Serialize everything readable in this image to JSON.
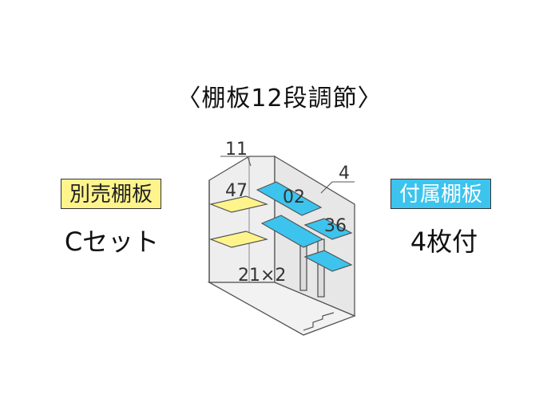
{
  "title": "〈棚板12段調節〉",
  "left": {
    "badge": "別売棚板",
    "caption": "Cセット",
    "badge_color": "#fff48c"
  },
  "right": {
    "badge": "付属棚板",
    "caption": "4枚付",
    "badge_color": "#3cc4ee"
  },
  "labels": {
    "top_left": "11",
    "top_right": "4",
    "shelf_a": "47",
    "shelf_b": "02",
    "shelf_c": "36",
    "shelf_d": "21×2"
  },
  "colors": {
    "optional_shelf": "#fff48c",
    "included_shelf": "#3cc4ee",
    "cabinet_interior": "#ececec",
    "outline": "#555555"
  }
}
